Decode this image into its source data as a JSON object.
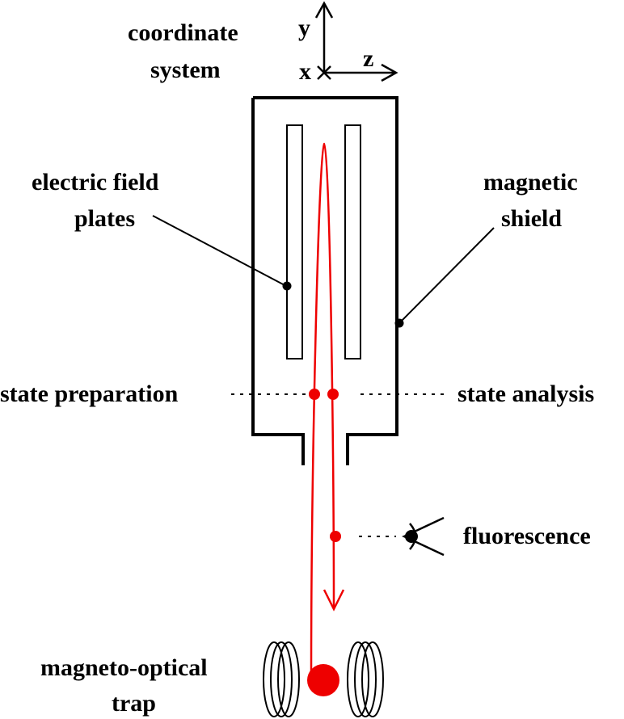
{
  "labels": {
    "coordinate_line1": "coordinate",
    "coordinate_line2": "system",
    "axis_y": "y",
    "axis_x": "x",
    "axis_z": "z",
    "plates_line1": "electric field",
    "plates_line2": "plates",
    "shield_line1": "magnetic",
    "shield_line2": "shield",
    "state_preparation": "state preparation",
    "state_analysis": "state analysis",
    "fluorescence": "fluorescence",
    "mot_line1": "magneto-optical",
    "mot_line2": "trap"
  },
  "colors": {
    "trajectory": "#ee0000",
    "outline": "#000000"
  }
}
